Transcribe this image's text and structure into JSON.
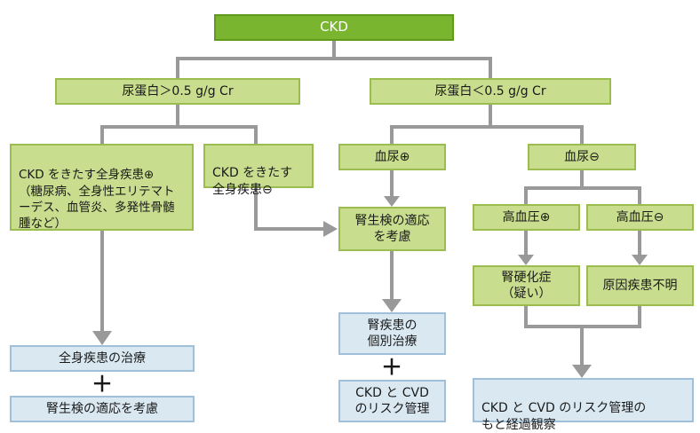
{
  "nodes": {
    "ckd": "CKD",
    "protein_high": "尿蛋白＞0.5 g/g Cr",
    "protein_low": "尿蛋白＜0.5 g/g Cr",
    "systemic_pos": "CKD をきたす全身疾患⊕\n（糖尿病、全身性エリテマトーデス、血管炎、多発性骨髄腫など）",
    "systemic_neg": "CKD をきたす\n全身疾患⊖",
    "hematuria_pos": "血尿⊕",
    "hematuria_neg": "血尿⊖",
    "biopsy_consider": "腎生検の適応\nを考慮",
    "htn_pos": "高血圧⊕",
    "htn_neg": "高血圧⊖",
    "nephrosclerosis": "腎硬化症\n（疑い）",
    "unknown_cause": "原因疾患不明",
    "systemic_treatment": "全身疾患の治療",
    "biopsy_consider_2": "腎生検の適応を考慮",
    "individual_treatment": "腎疾患の\n個別治療",
    "risk_mgmt_short": "CKD と CVD\nのリスク管理",
    "risk_mgmt_long": "CKD と CVD のリスク管理の\nもと経過観察"
  },
  "plus_signs": [
    "＋",
    "＋"
  ],
  "colors": {
    "light_green": "#c8dd8d",
    "dark_green": "#7ab52f",
    "light_blue": "#dae8f2",
    "connector": "#999999"
  }
}
